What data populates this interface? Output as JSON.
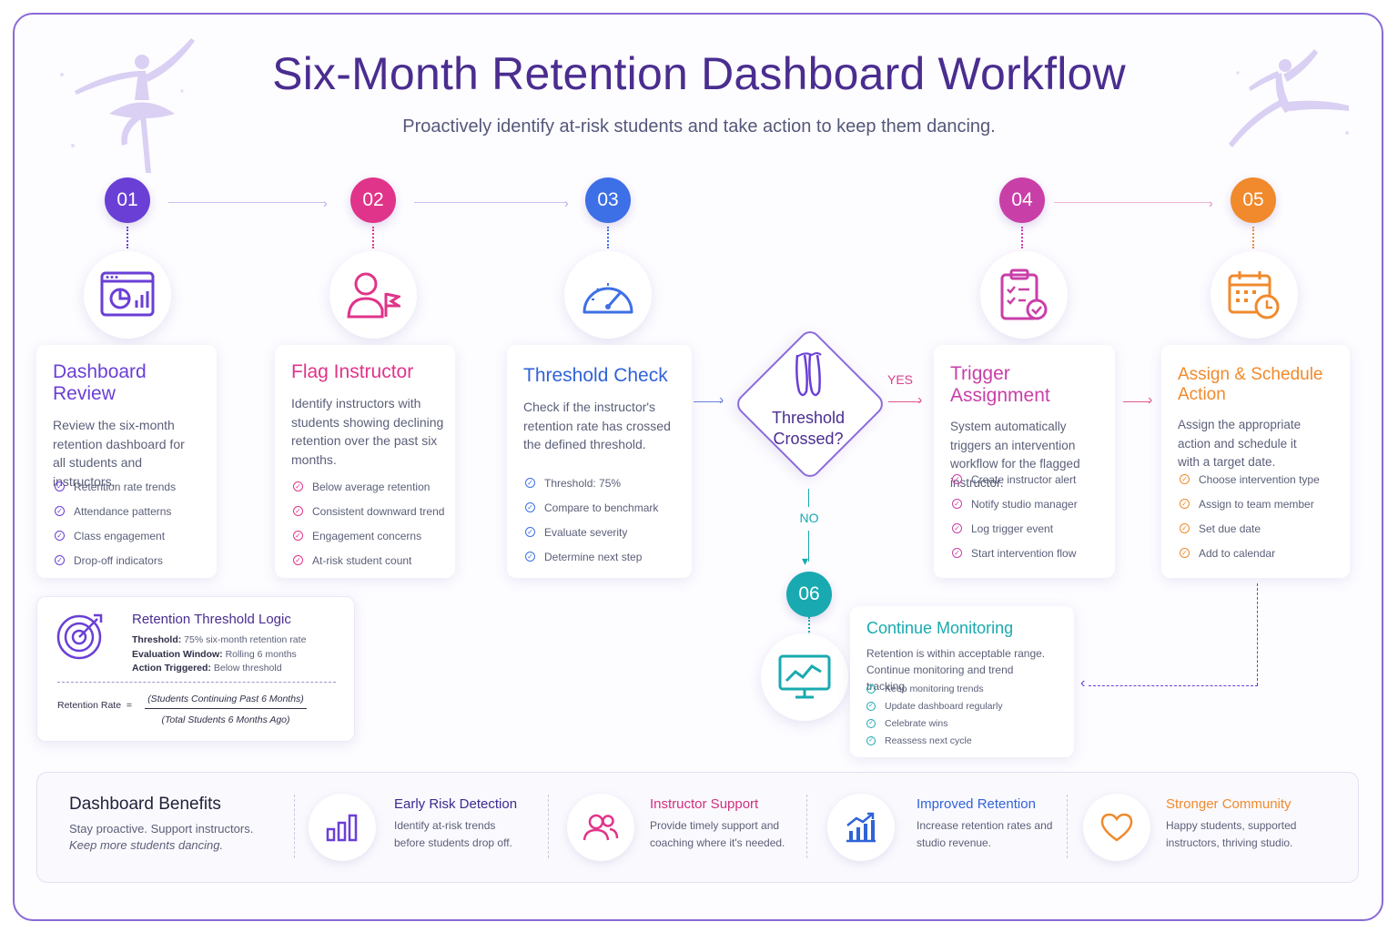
{
  "header": {
    "title": "Six-Month Retention Dashboard Workflow",
    "subtitle": "Proactively identify at-risk students and take action to keep them dancing."
  },
  "colors": {
    "purple": "#6a3fd6",
    "pink": "#e0348a",
    "blue": "#3d6fe6",
    "magenta": "#c93fa8",
    "orange": "#f08a2c",
    "teal": "#18aab0"
  },
  "steps": [
    {
      "number": "01",
      "title": "Dashboard Review",
      "icon": "dashboard-chart-icon",
      "description": "Review the six-month retention dashboard for all students and instructors.",
      "items": [
        "Retention rate trends",
        "Attendance patterns",
        "Class engagement",
        "Drop-off indicators"
      ]
    },
    {
      "number": "02",
      "title": "Flag Instructor",
      "icon": "user-flag-icon",
      "description": "Identify instructors with students showing declining retention over the past six months.",
      "items": [
        "Below average retention",
        "Consistent downward trend",
        "Engagement concerns",
        "At-risk student count"
      ]
    },
    {
      "number": "03",
      "title": "Threshold Check",
      "icon": "gauge-icon",
      "description": "Check if the instructor's retention rate has crossed the defined threshold.",
      "items": [
        "Threshold: 75%",
        "Compare to benchmark",
        "Evaluate severity",
        "Determine next step"
      ]
    },
    {
      "number": "04",
      "title": "Trigger Assignment",
      "icon": "clipboard-check-icon",
      "description": "System automatically triggers an intervention workflow for the flagged instructor.",
      "items": [
        "Create instructor alert",
        "Notify studio manager",
        "Log trigger event",
        "Start intervention flow"
      ]
    },
    {
      "number": "05",
      "title": "Assign & Schedule Action",
      "icon": "calendar-clock-icon",
      "description": "Assign the appropriate action and schedule it with a target date.",
      "items": [
        "Choose intervention type",
        "Assign to team member",
        "Set due date",
        "Add to calendar"
      ]
    }
  ],
  "decision": {
    "label_line1": "Threshold",
    "label_line2": "Crossed?",
    "yes": "YES",
    "no": "NO",
    "icon": "ballet-shoes-icon"
  },
  "monitoring": {
    "number": "06",
    "title": "Continue Monitoring",
    "icon": "monitor-trend-icon",
    "description_line1": "Retention is within acceptable range.",
    "description_line2": "Continue monitoring and trend tracking.",
    "items": [
      "Keep monitoring trends",
      "Update dashboard regularly",
      "Celebrate wins",
      "Reassess next cycle"
    ]
  },
  "logic": {
    "title": "Retention Threshold Logic",
    "icon": "target-icon",
    "rows": [
      {
        "label": "Threshold:",
        "value": "75% six-month retention rate"
      },
      {
        "label": "Evaluation Window:",
        "value": "Rolling 6 months"
      },
      {
        "label": "Action Triggered:",
        "value": "Below threshold"
      }
    ],
    "formula_label": "Retention Rate  =",
    "numerator": "(Students Continuing Past 6 Months)",
    "denominator": "(Total Students 6 Months Ago)"
  },
  "benefits": {
    "title": "Dashboard Benefits",
    "line1": "Stay proactive. Support instructors.",
    "line2": "Keep more students dancing.",
    "items": [
      {
        "title": "Early Risk Detection",
        "line1": "Identify at-risk trends",
        "line2": "before students drop off.",
        "icon": "bar-chart-icon"
      },
      {
        "title": "Instructor Support",
        "line1": "Provide timely support and",
        "line2": "coaching where it's needed.",
        "icon": "people-icon"
      },
      {
        "title": "Improved Retention",
        "line1": "Increase retention rates and",
        "line2": "studio revenue.",
        "icon": "growth-chart-icon"
      },
      {
        "title": "Stronger Community",
        "line1": "Happy students, supported",
        "line2": "instructors, thriving studio.",
        "icon": "heart-icon"
      }
    ]
  }
}
